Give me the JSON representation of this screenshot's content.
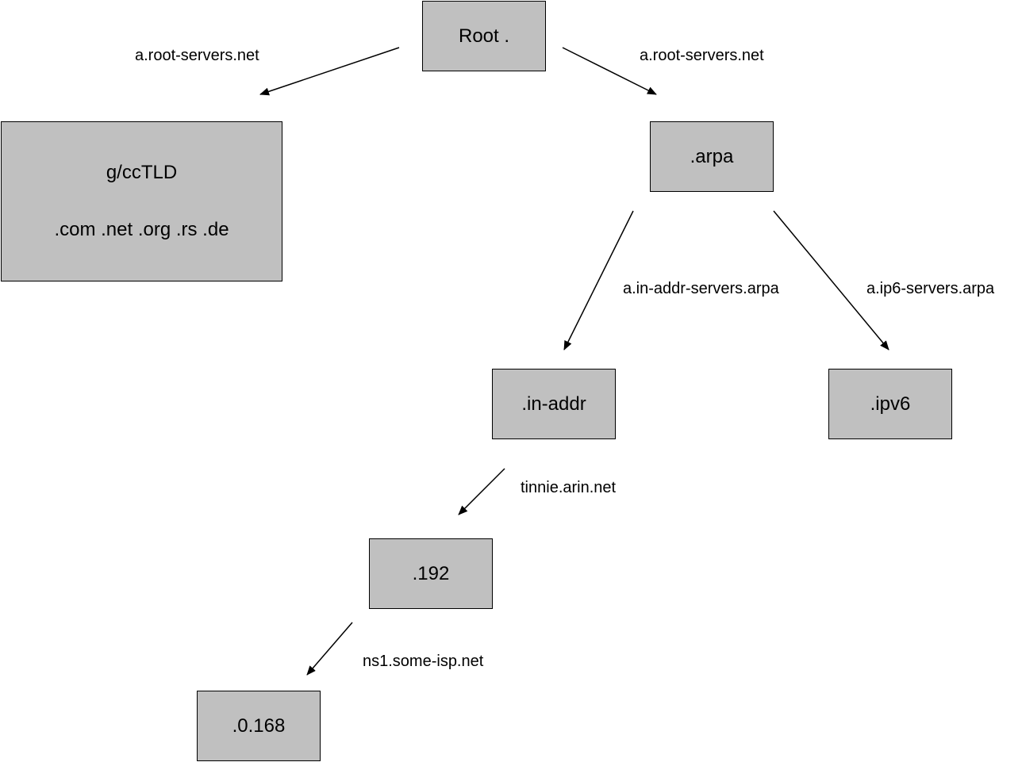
{
  "nodes": {
    "root": "Root .",
    "gcctld": {
      "title": "g/ccTLD",
      "examples": ".com .net .org .rs .de"
    },
    "arpa": ".arpa",
    "in_addr": ".in-addr",
    "ipv6": ".ipv6",
    "n192": ".192",
    "n0168": ".0.168"
  },
  "edges": {
    "root_to_gcctld": "a.root-servers.net",
    "root_to_arpa": "a.root-servers.net",
    "arpa_to_in_addr": "a.in-addr-servers.arpa",
    "arpa_to_ipv6": "a.ip6-servers.arpa",
    "in_addr_to_192": "tinnie.arin.net",
    "n192_to_0168": "ns1.some-isp.net"
  }
}
